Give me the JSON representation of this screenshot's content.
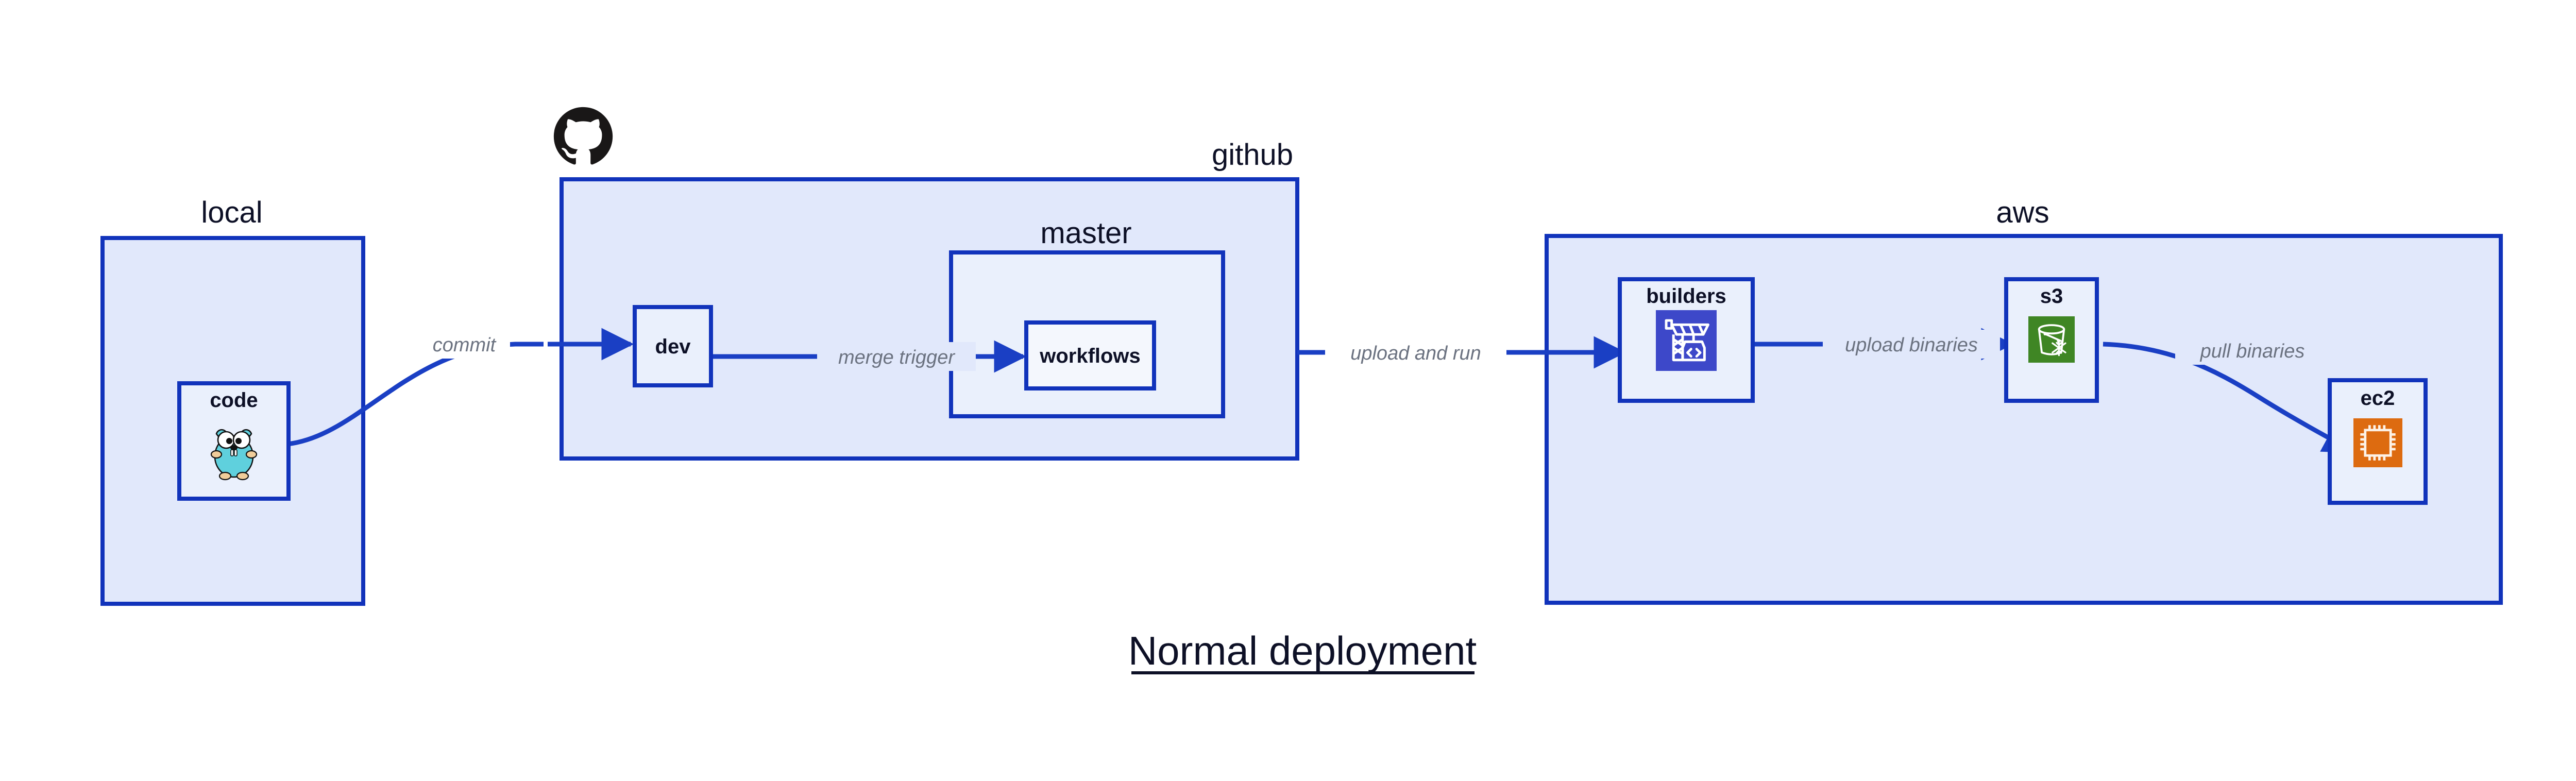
{
  "title": {
    "text": "Normal deployment"
  },
  "colors": {
    "container_fill": "#e1e8fb",
    "container_stroke": "#1133bb",
    "node_fill": "#eaf0fc",
    "node_fill_light": "#f4f7fd",
    "node_stroke": "#1133bb",
    "edge_stroke": "#1a3fc4",
    "edge_label": "#6b7280",
    "text_dark": "#0d1026",
    "codebuild_bg": "#3d48c9",
    "s3_glacier_bg": "#3f8624",
    "ec2_bg": "#dd6b10",
    "gopher_body": "#5fd0dd",
    "github_logo": "#191717"
  },
  "containers": [
    {
      "id": "local",
      "label": "local",
      "label_align": "center"
    },
    {
      "id": "github",
      "label": "github",
      "label_align": "right"
    },
    {
      "id": "master",
      "label": "master",
      "label_align": "center"
    },
    {
      "id": "aws",
      "label": "aws",
      "label_align": "center"
    }
  ],
  "nodes": [
    {
      "id": "code",
      "label": "code",
      "icon": "go-gopher-icon"
    },
    {
      "id": "dev",
      "label": "dev",
      "icon": "none"
    },
    {
      "id": "workflows",
      "label": "workflows",
      "icon": "none"
    },
    {
      "id": "builders",
      "label": "builders",
      "icon": "aws-codebuild-icon"
    },
    {
      "id": "s3",
      "label": "s3",
      "icon": "aws-s3-glacier-icon"
    },
    {
      "id": "ec2",
      "label": "ec2",
      "icon": "aws-ec2-icon"
    }
  ],
  "icons": {
    "github_logo": "github-octocat-icon"
  },
  "edges": [
    {
      "id": "commit",
      "label": "commit",
      "from": "code",
      "to": "dev"
    },
    {
      "id": "merge-trigger",
      "label": "merge trigger",
      "from": "dev",
      "to": "workflows"
    },
    {
      "id": "upload-run",
      "label": "upload and run",
      "from": "workflows",
      "to": "builders"
    },
    {
      "id": "upload-bin",
      "label": "upload binaries",
      "from": "builders",
      "to": "s3"
    },
    {
      "id": "pull-bin",
      "label": "pull binaries",
      "from": "s3",
      "to": "ec2"
    }
  ]
}
